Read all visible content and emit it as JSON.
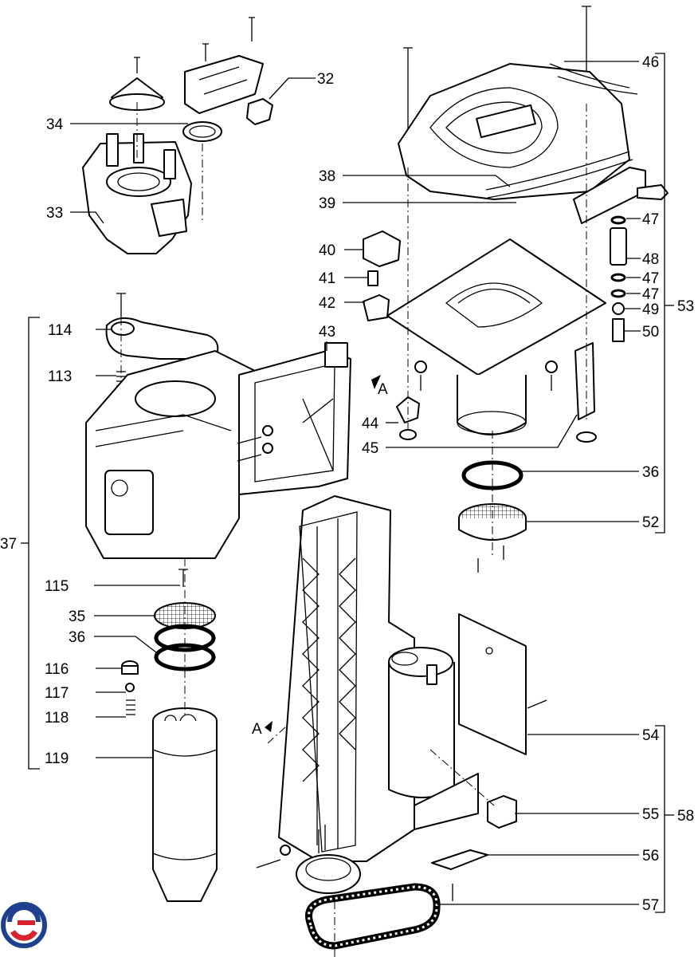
{
  "labels": {
    "p32": "32",
    "p33": "33",
    "p34": "34",
    "p46": "46",
    "p38": "38",
    "p39": "39",
    "p40": "40",
    "p41": "41",
    "p42": "42",
    "p43": "43",
    "p47a": "47",
    "p48": "48",
    "p47b": "47",
    "p47c": "47",
    "p49": "49",
    "p50": "50",
    "p53": "53",
    "p114": "114",
    "p113": "113",
    "p44": "44",
    "p45": "45",
    "p36a": "36",
    "p52": "52",
    "p37": "37",
    "p115": "115",
    "p35": "35",
    "p36b": "36",
    "p116": "116",
    "p117": "117",
    "p118": "118",
    "p119": "119",
    "p54": "54",
    "p55": "55",
    "p56": "56",
    "p57": "57",
    "p58": "58"
  },
  "section_marks": {
    "mark_top": "A",
    "mark_bottom": "A"
  },
  "logo": {
    "colors": [
      "#1f3f8f",
      "#d7232f"
    ]
  }
}
